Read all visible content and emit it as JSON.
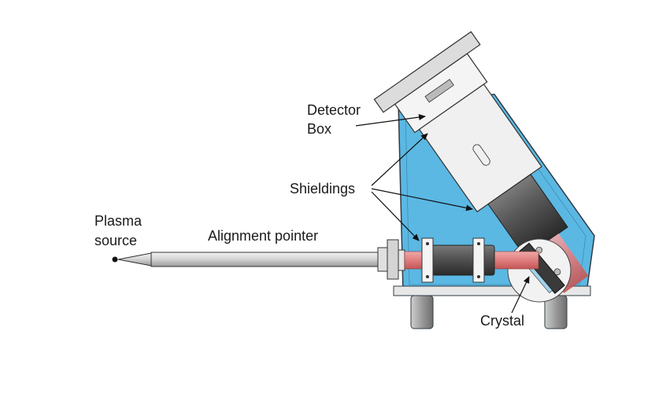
{
  "labels": {
    "detector_line1": "Detector",
    "detector_line2": "Box",
    "shieldings": "Shieldings",
    "plasma_line1": "Plasma",
    "plasma_line2": "source",
    "alignment_pointer": "Alignment pointer",
    "crystal": "Crystal"
  },
  "colors": {
    "chamber_fill": "#5bb8e3",
    "chamber_stroke": "#2f3b45",
    "beam": "#e07d7d",
    "metal_light": "#dedede",
    "metal_dark": "#454545",
    "leader": "#111111"
  }
}
